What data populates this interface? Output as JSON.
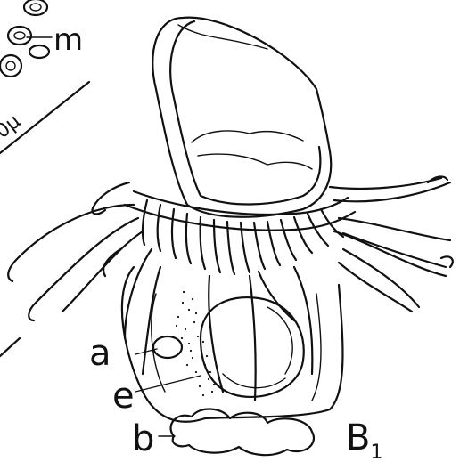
{
  "figure": {
    "panel_label": "B",
    "panel_subscript": "1",
    "scale_text": "0μ",
    "labels": {
      "m": "m",
      "a": "a",
      "e": "e",
      "b": "b"
    }
  }
}
